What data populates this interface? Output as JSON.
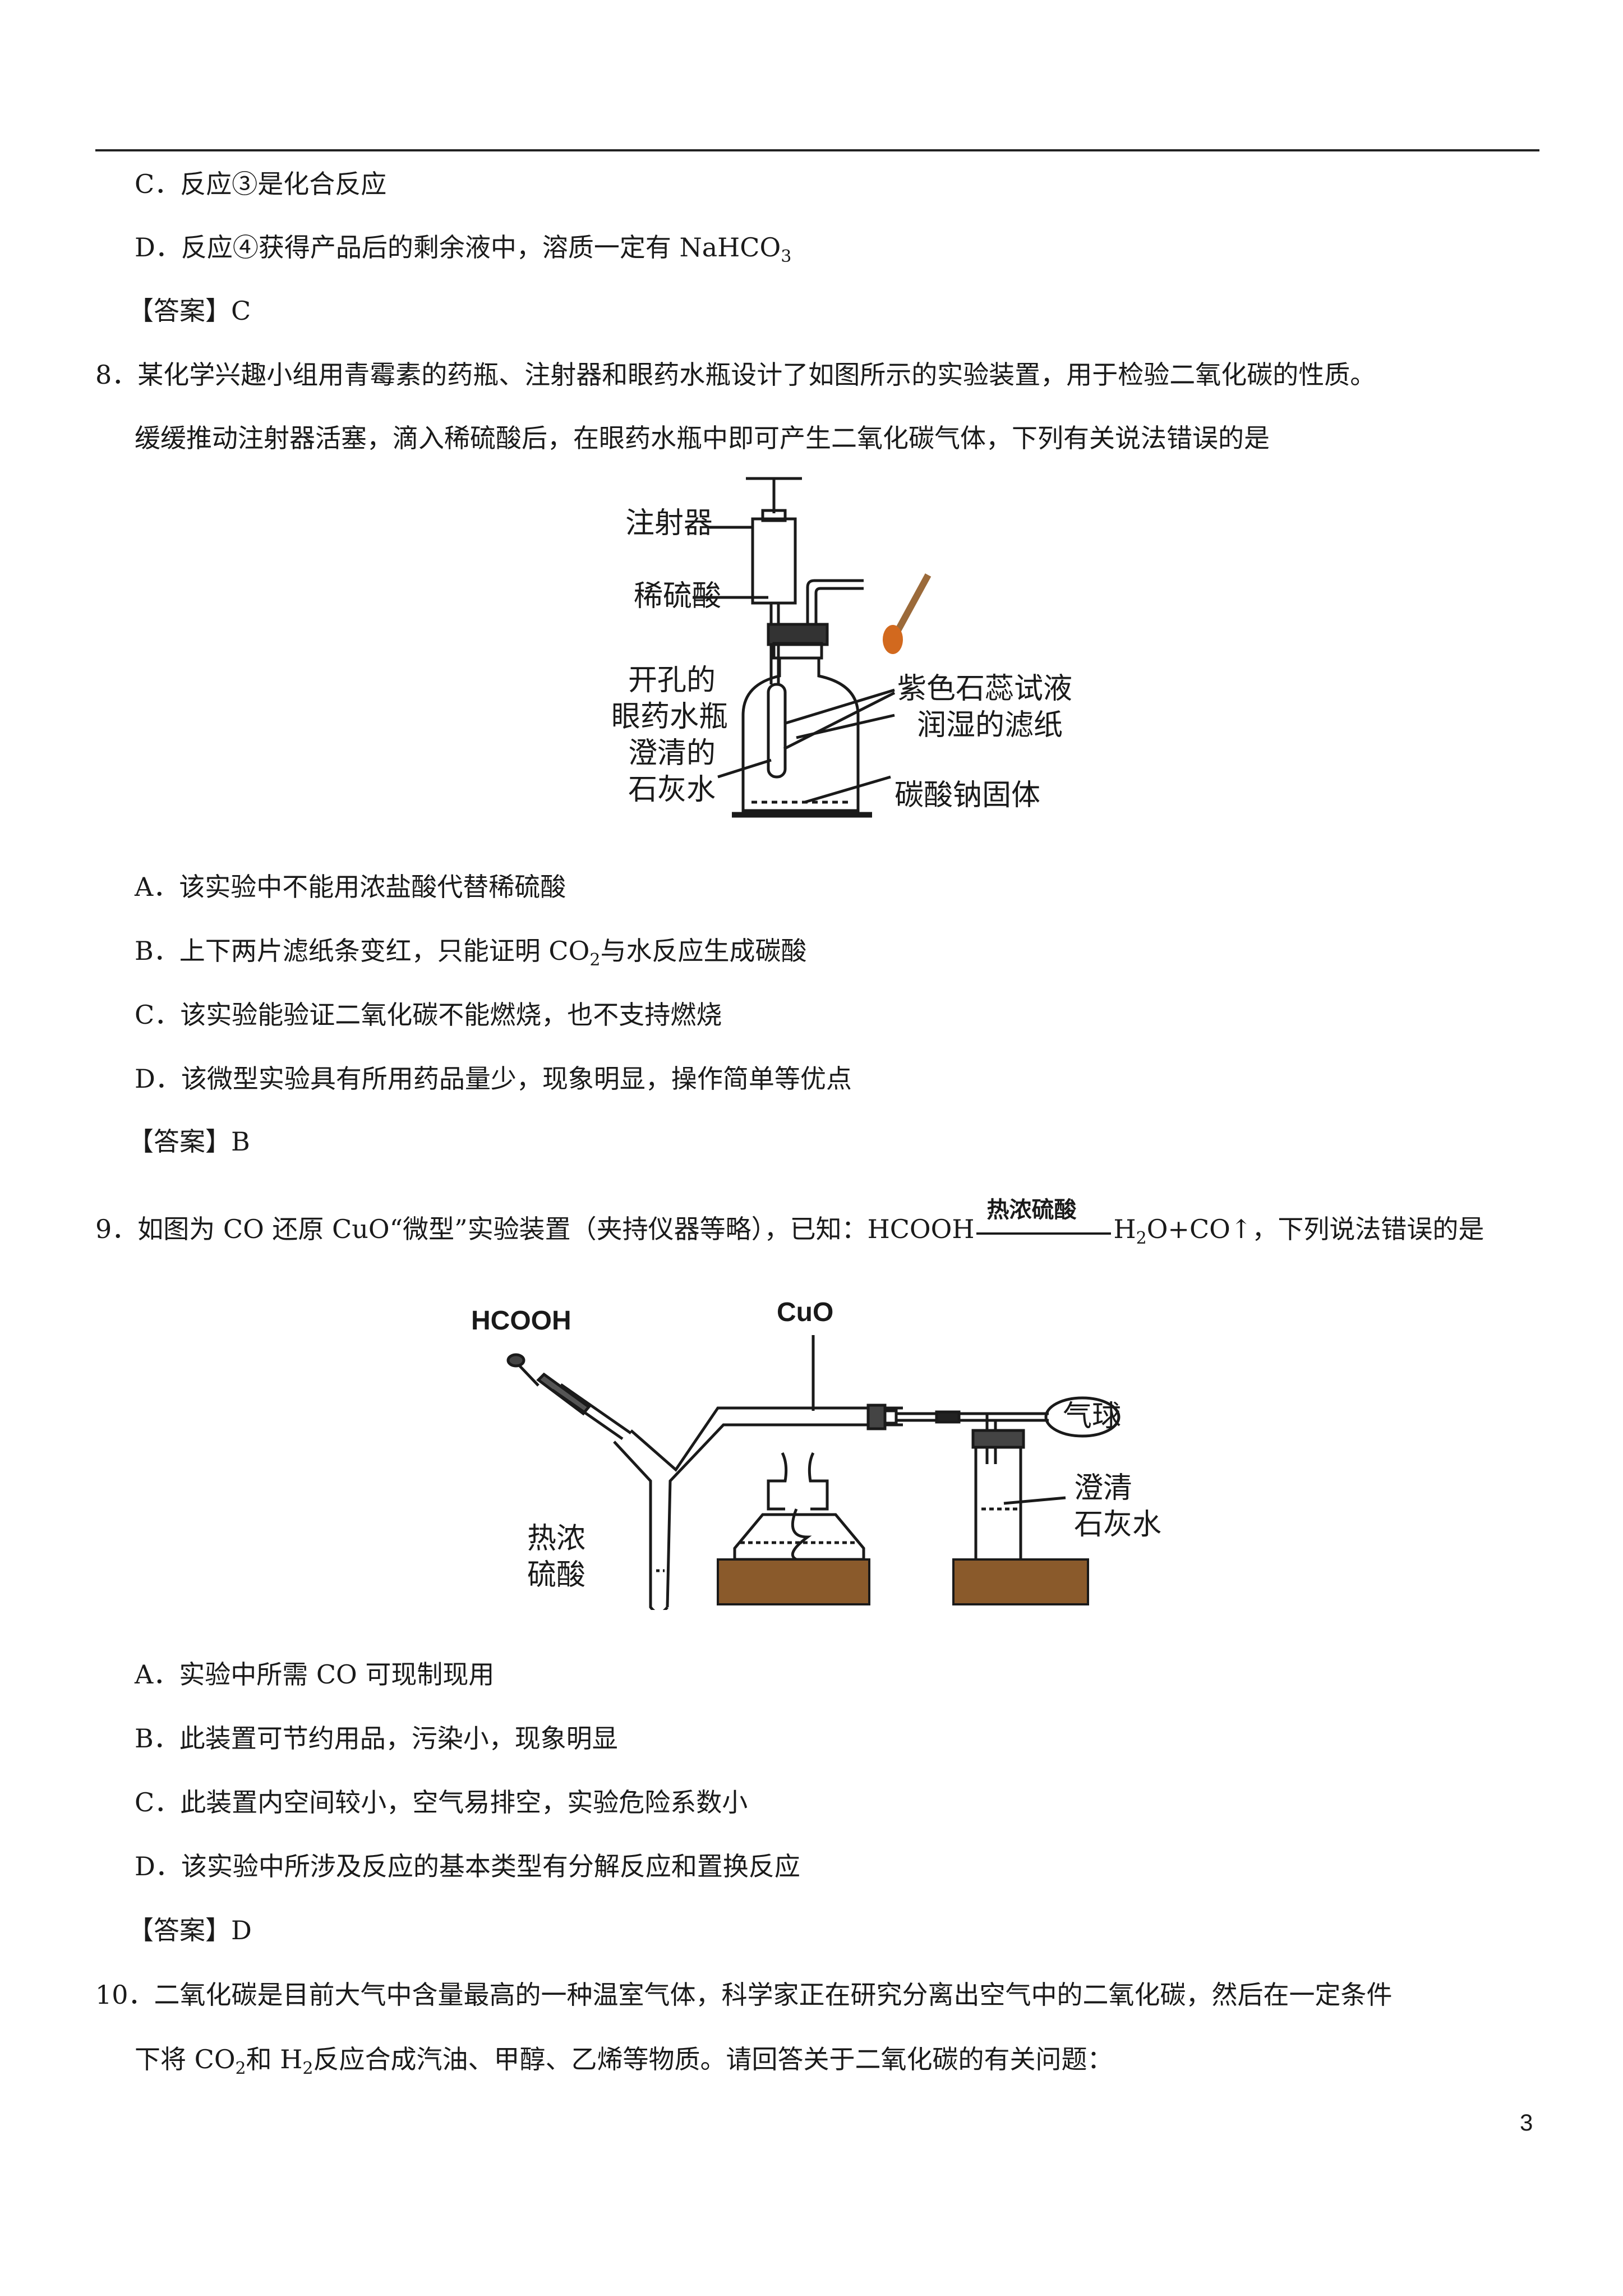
{
  "lines": {
    "q7c": "C．反应③是化合反应",
    "q7d": "D．反应④获得产品后的剩余液中，溶质一定有 NaHCO",
    "q7d_sub": "3",
    "q7ans": "【答案】C",
    "q8a": "8．某化学兴趣小组用青霉素的药瓶、注射器和眼药水瓶设计了如图所示的实验装置，用于检验二氧化碳的性质。",
    "q8b": "缓缓推动注射器活塞，滴入稀硫酸后，在眼药水瓶中即可产生二氧化碳气体，下列有关说法错误的是",
    "q8optA": "A．该实验中不能用浓盐酸代替稀硫酸",
    "q8optB_1": "B．上下两片滤纸条变红，只能证明 CO",
    "q8optB_sub": "2",
    "q8optB_2": "与水反应生成碳酸",
    "q8optC": "C．该实验能验证二氧化碳不能燃烧，也不支持燃烧",
    "q8optD": "D．该微型实验具有所用药品量少，现象明显，操作简单等优点",
    "q8ans": "【答案】B",
    "q9_1": "9．如图为 CO 还原 CuO“微型”实验装置（夹持仪器等略），已知：HCOOH",
    "q9_cond": "热浓硫酸",
    "q9_2": "H",
    "q9_sub": "2",
    "q9_3": "O+CO↑，下列说法错误的是",
    "q9optA": "A．实验中所需 CO 可现制现用",
    "q9optB": "B．此装置可节约用品，污染小，现象明显",
    "q9optC": "C．此装置内空间较小，空气易排空，实验危险系数小",
    "q9optD": "D．该实验中所涉及反应的基本类型有分解反应和置换反应",
    "q9ans": "【答案】D",
    "q10a": "10．二氧化碳是目前大气中含量最高的一种温室气体，科学家正在研究分离出空气中的二氧化碳，然后在一定条件",
    "q10b_1": "下将 CO",
    "q10b_sub1": "2",
    "q10b_2": "和 H",
    "q10b_sub2": "2",
    "q10b_3": "反应合成汽油、甲醇、乙烯等物质。请回答关于二氧化碳的有关问题："
  },
  "fig1": {
    "syringe": "注射器",
    "acid": "稀硫酸",
    "bottle1": "开孔的",
    "bottle2": "眼药水瓶",
    "lime1": "澄清的",
    "lime2": "石灰水",
    "paper1": "紫色石蕊试液",
    "paper2": "润湿的滤纸",
    "solid": "碳酸钠固体"
  },
  "fig2": {
    "hcooh": "HCOOH",
    "cuo": "CuO",
    "balloon": "气球",
    "acid1": "热浓",
    "acid2": "硫酸",
    "lime1": "澄清",
    "lime2": "石灰水"
  },
  "page_number": "3"
}
